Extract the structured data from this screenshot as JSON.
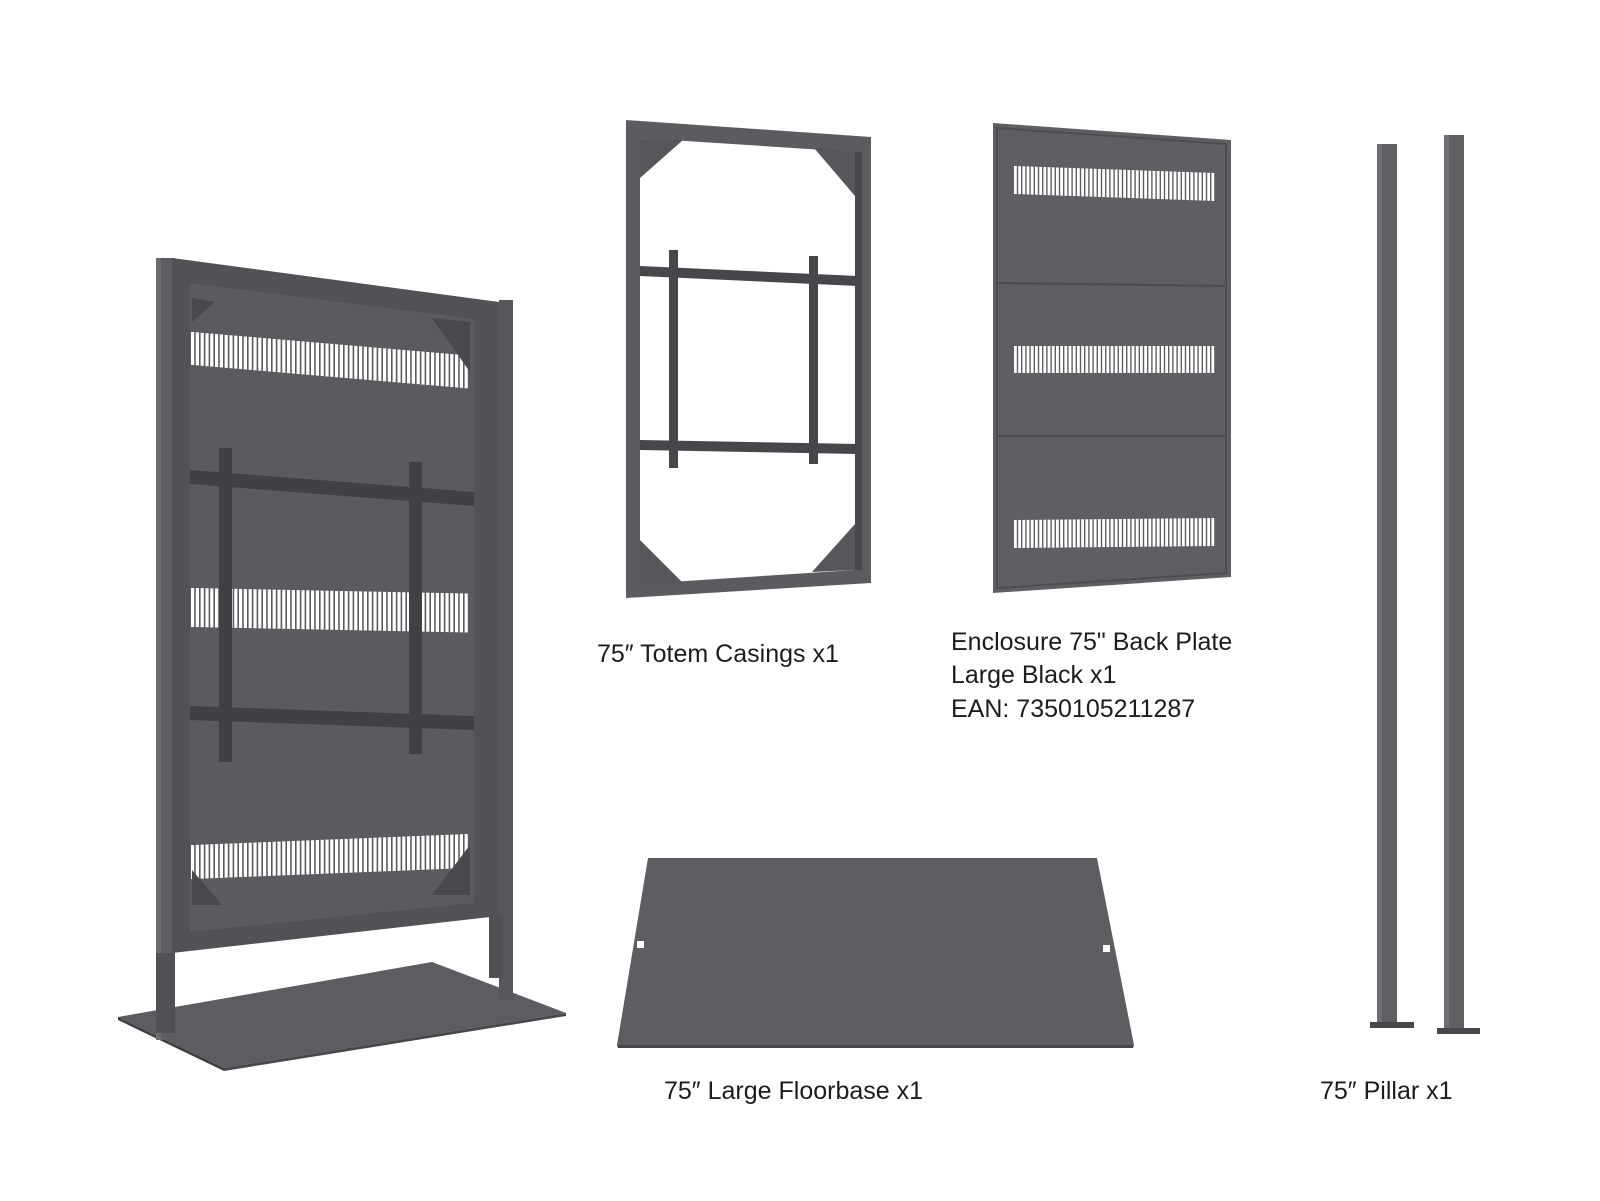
{
  "captions": {
    "casings": "75″ Totem Casings x1",
    "back_plate_line1": "Enclosure 75\" Back Plate",
    "back_plate_line2": "Large Black x1",
    "back_plate_ean": "EAN: 7350105211287",
    "floorbase": "75″ Large Floorbase x1",
    "pillar": "75″ Pillar x1"
  },
  "colors": {
    "background": "#ffffff",
    "metal": "#5d5f62",
    "metal_dark": "#3f4144",
    "metal_light": "#707275",
    "caption": "#1c1c1c"
  }
}
